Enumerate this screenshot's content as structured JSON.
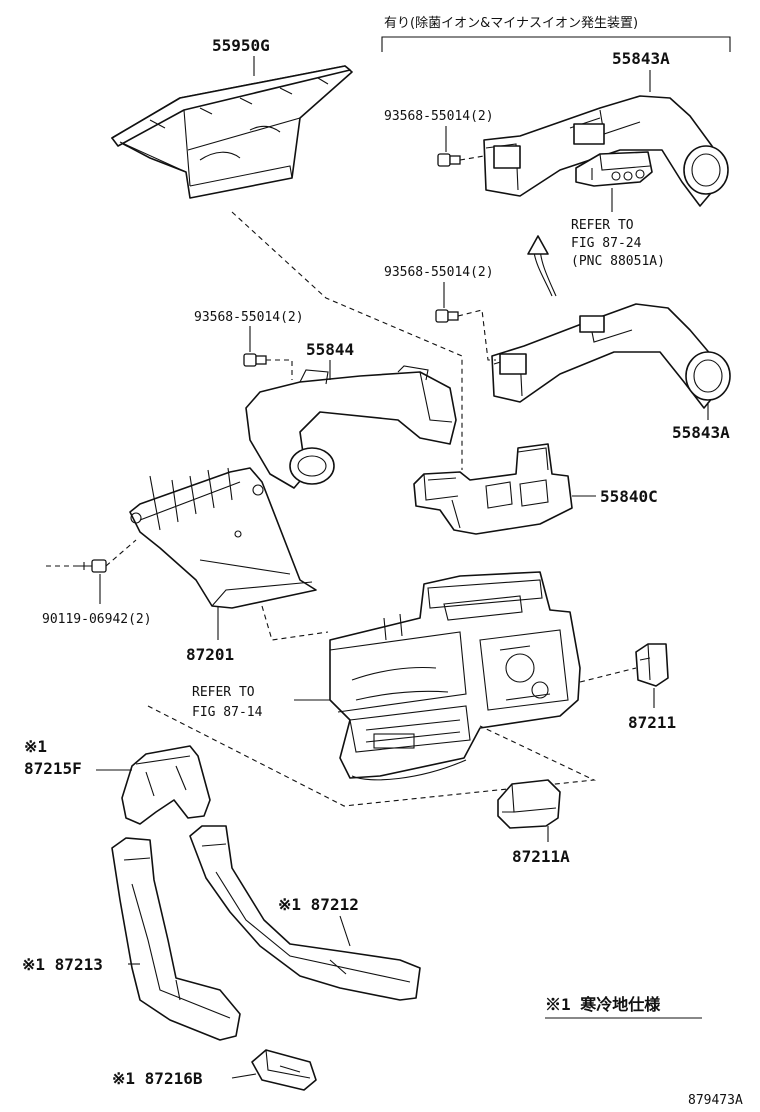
{
  "note_top": "有り(除菌イオン&マイナスイオン発生装置)",
  "parts": {
    "p55950g": "55950G",
    "p55843a_top": "55843A",
    "bolt_top": "93568-55014(2)",
    "refer_1_line1": "REFER TO",
    "refer_1_line2": "FIG 87-24",
    "refer_1_line3": "(PNC 88051A)",
    "bolt_mid_right": "93568-55014(2)",
    "p55843a_bottom": "55843A",
    "bolt_mid_left": "93568-55014(2)",
    "p55844": "55844",
    "p55840c": "55840C",
    "screw": "90119-06942(2)",
    "p87201": "87201",
    "refer_2_line1": "REFER TO",
    "refer_2_line2": "FIG 87-14",
    "p87211": "87211",
    "p87211a": "87211A",
    "mark_87215f": "※1",
    "p87215f": "87215F",
    "p87212": "※1 87212",
    "p87213": "※1 87213",
    "p87216b": "※1 87216B"
  },
  "legend": "※1 寒冷地仕様",
  "figure_code": "879473A",
  "icons": [
    "bolt-icon",
    "screw-icon",
    "arrow-up-icon"
  ]
}
